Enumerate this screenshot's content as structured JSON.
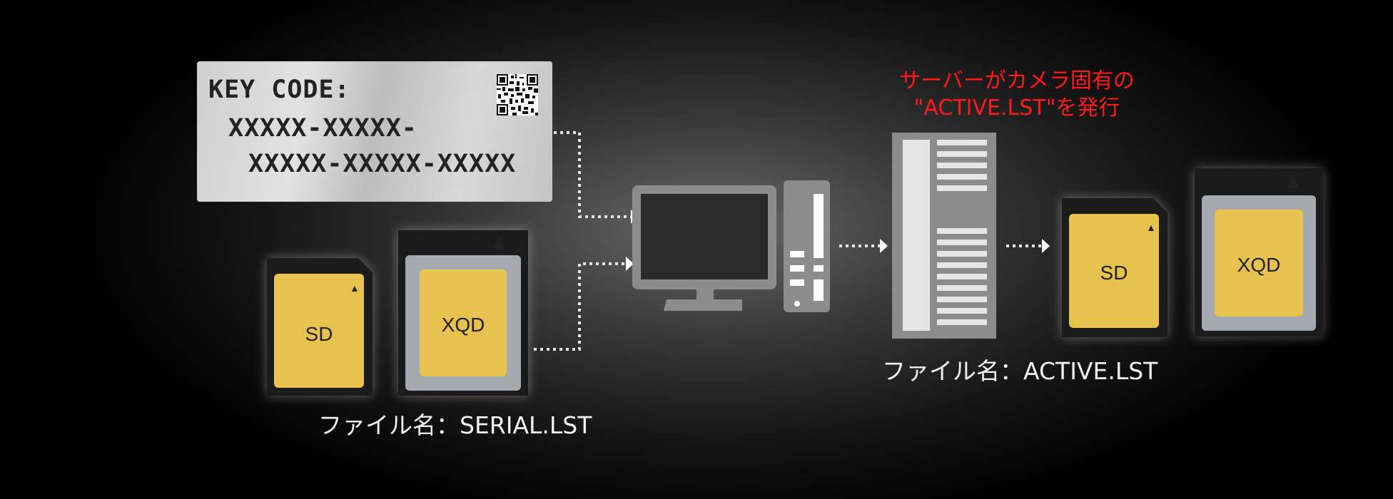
{
  "key_card": {
    "title": "KEY CODE:",
    "line1": "XXXXX-XXXXX-",
    "line2": "XXXXX-XXXXX-XXXXX",
    "qr_icon": "qr-code-icon"
  },
  "cards_left": {
    "sd_label": "SD",
    "xqd_label": "XQD"
  },
  "cards_right": {
    "sd_label": "SD",
    "xqd_label": "XQD"
  },
  "file_serial": "ファイル名：SERIAL.LST",
  "file_active": "ファイル名：ACTIVE.LST",
  "server_note": {
    "line1": "サーバーがカメラ固有の",
    "line2": "\"ACTIVE.LST\"を発行"
  },
  "colors": {
    "card_yellow": "#e8c24e",
    "note_red": "#ff1a1a",
    "device_gray": "#8c8c8c",
    "xqd_frame": "#a3a9ae"
  }
}
